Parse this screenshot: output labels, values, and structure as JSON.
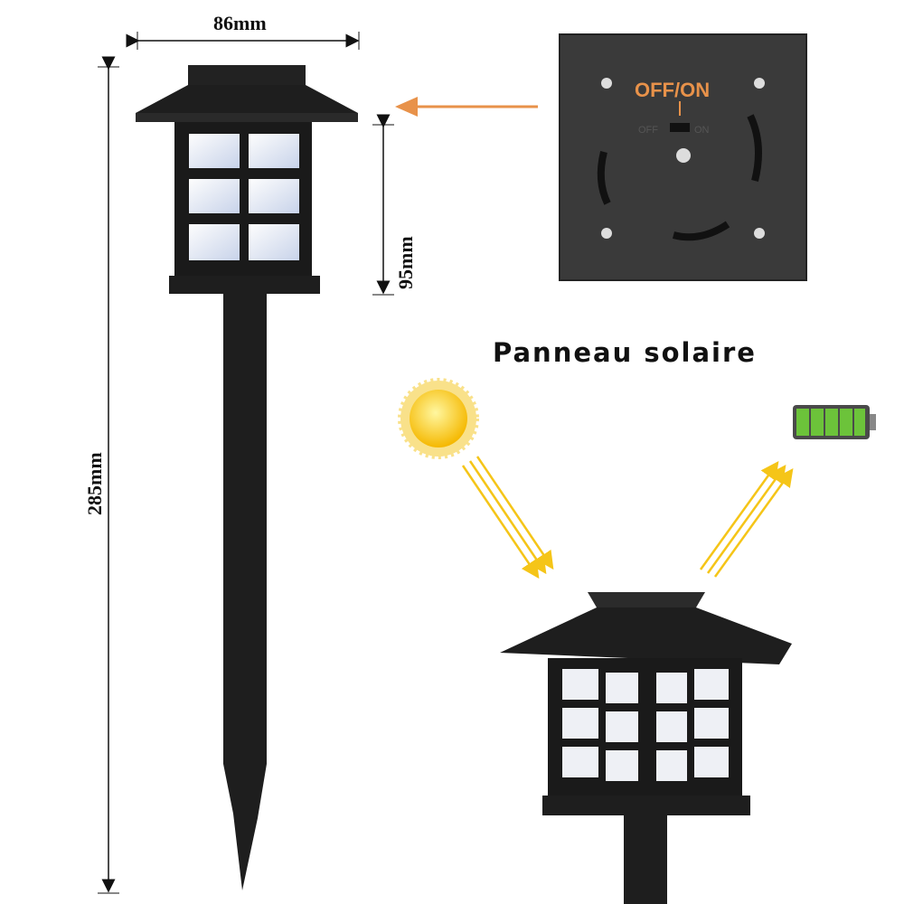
{
  "dimensions": {
    "width": "86mm",
    "lamp_height": "95mm",
    "total_height": "285mm"
  },
  "switch_panel": {
    "label": "OFF/ON",
    "off_label": "OFF",
    "on_label": "ON"
  },
  "panel_title": "Panneau solaire",
  "colors": {
    "accent_orange": "#e8924a",
    "lamp_black": "#1e1e1e",
    "sun_yellow": "#f5c518",
    "battery_green": "#6cc33a"
  },
  "icons": [
    "sun-icon",
    "battery-icon",
    "arrow-icon"
  ]
}
